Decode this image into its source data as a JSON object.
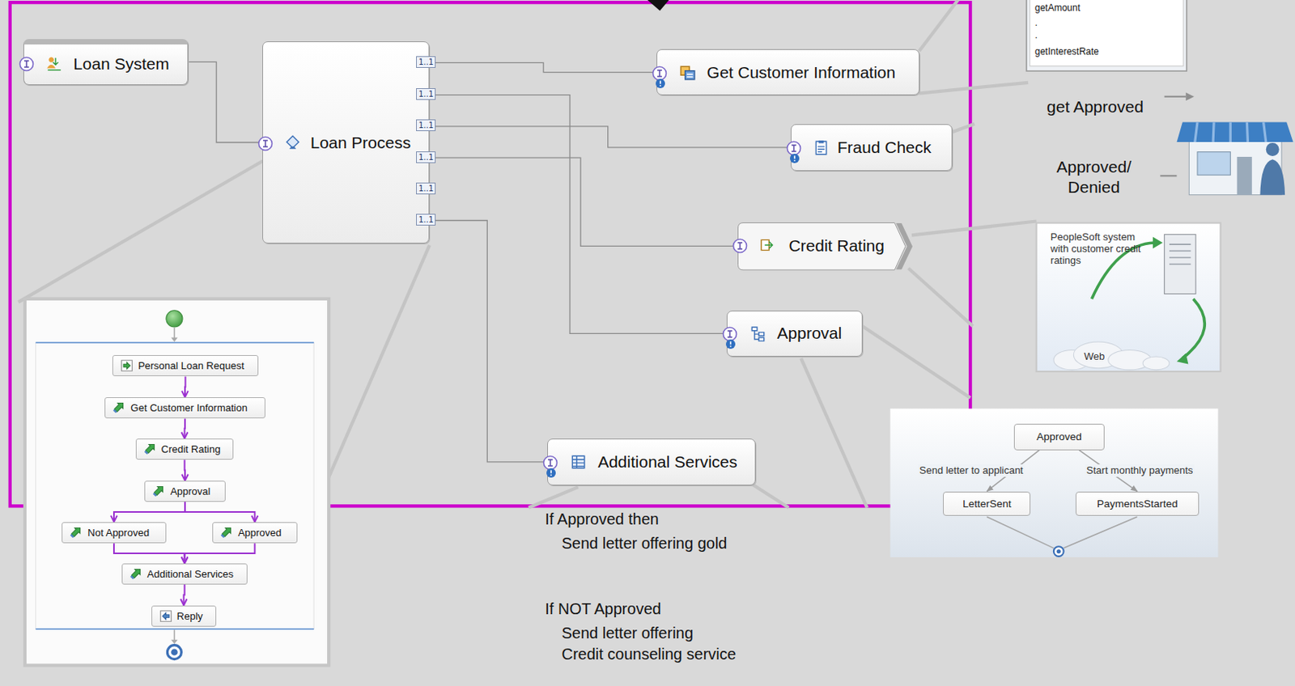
{
  "diagram": {
    "nodes": [
      {
        "text": [
          "Loan System"
        ]
      },
      {
        "text": [
          "Loan Process"
        ]
      },
      {
        "text": [
          "Get Customer Information"
        ]
      },
      {
        "text": [
          "Fraud Check"
        ]
      },
      {
        "text": [
          "Credit Rating"
        ]
      },
      {
        "text": [
          "Approval"
        ]
      },
      {
        "text": [
          "Additional Services"
        ]
      },
      {
        "text": [
          "Personal Loan Request"
        ]
      },
      {
        "text": [
          "Get Customer Information"
        ]
      },
      {
        "text": [
          "Credit Rating"
        ]
      },
      {
        "text": [
          "Approval"
        ]
      },
      {
        "text": [
          "Not Approved"
        ]
      },
      {
        "text": [
          "Approved"
        ]
      },
      {
        "text": [
          "Additional Services"
        ]
      },
      {
        "text": [
          "Reply"
        ]
      },
      {
        "text": [
          "PeopleSoft system with customer credit ratings",
          "Web"
        ]
      },
      {
        "text": [
          "Approved"
        ]
      },
      {
        "text": [
          "LetterSent"
        ]
      },
      {
        "text": [
          "PaymentsStarted"
        ]
      }
    ],
    "edges": [
      {
        "from": 0,
        "to": 1,
        "arrow": "none"
      },
      {
        "from": 1,
        "to": 2,
        "arrow": "none"
      },
      {
        "from": 1,
        "to": 5,
        "arrow": "none"
      },
      {
        "from": 1,
        "to": 3,
        "arrow": "none"
      },
      {
        "from": 1,
        "to": 4,
        "arrow": "none"
      },
      {
        "from": 1,
        "to": 6,
        "arrow": "none"
      },
      {
        "from": 7,
        "to": 8,
        "arrow": "to"
      },
      {
        "from": 8,
        "to": 9,
        "arrow": "to"
      },
      {
        "from": 9,
        "to": 10,
        "arrow": "to"
      },
      {
        "from": 10,
        "to": 11,
        "arrow": "to"
      },
      {
        "from": 10,
        "to": 12,
        "arrow": "to"
      },
      {
        "from": 11,
        "to": 13,
        "arrow": "to"
      },
      {
        "from": 12,
        "to": 13,
        "arrow": "to"
      },
      {
        "from": 13,
        "to": 14,
        "arrow": "to"
      },
      {
        "from": 16,
        "to": 17,
        "label": "Send letter to applicant",
        "arrow": "to"
      },
      {
        "from": 16,
        "to": 18,
        "label": "Start monthly payments",
        "arrow": "to"
      }
    ],
    "labels": [
      "1..1",
      "1..1",
      "1..1",
      "1..1",
      "1..1",
      "1..1",
      "getAmount",
      ".",
      ".",
      "getInterestRate",
      "get Approved",
      "Approved/ Denied",
      "If Approved then",
      "Send letter offering gold",
      "If NOT Approved",
      "Send letter offering Credit counseling service"
    ]
  }
}
